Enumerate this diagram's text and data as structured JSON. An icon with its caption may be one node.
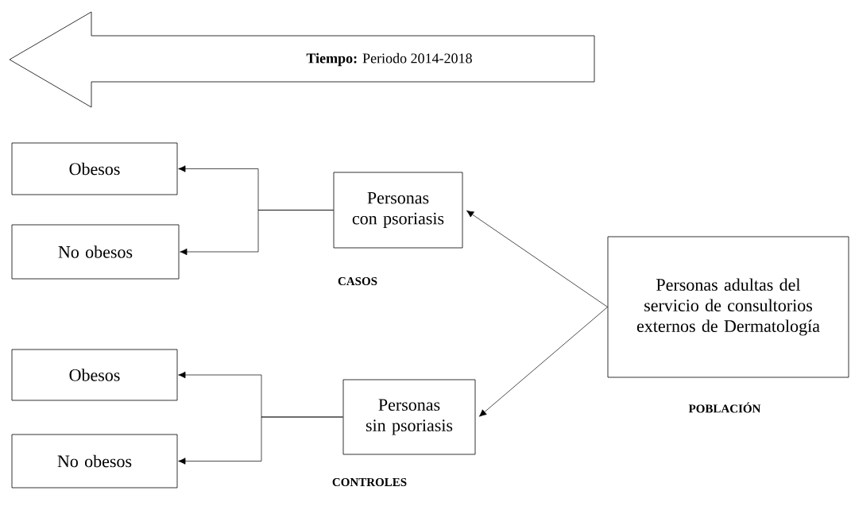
{
  "diagram": {
    "nodes": [
      {
        "text": [
          "**Tiempo:** Periodo 2014-2018"
        ]
      },
      {
        "text": [
          "Obesos"
        ]
      },
      {
        "text": [
          "No obesos"
        ]
      },
      {
        "text": [
          "Personas con psoriasis"
        ],
        "beside": [
          "CASOS"
        ]
      },
      {
        "text": [
          "Personas adultas del servicio de consultorios externos de Dermatología"
        ],
        "beside": [
          "POBLACIÓN"
        ]
      },
      {
        "text": [
          "Obesos"
        ]
      },
      {
        "text": [
          "No obesos"
        ]
      },
      {
        "text": [
          "Personas sin psoriasis"
        ],
        "beside": [
          "CONTROLES"
        ]
      }
    ],
    "edges": [
      {
        "from": 3,
        "to": 1,
        "arrow": "to"
      },
      {
        "from": 3,
        "to": 2,
        "arrow": "to"
      },
      {
        "from": 4,
        "to": 3,
        "arrow": "to"
      },
      {
        "from": 4,
        "to": 7,
        "arrow": "to"
      },
      {
        "from": 7,
        "to": 5,
        "arrow": "to"
      },
      {
        "from": 7,
        "to": 6,
        "arrow": "to"
      }
    ]
  }
}
